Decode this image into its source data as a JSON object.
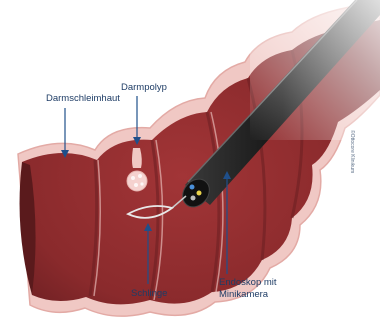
{
  "labels": {
    "mucosa": "Darmschleimhaut",
    "polyp": "Darmpolyp",
    "endoscope": "Endoskop mit\nMinikamera",
    "snare": "Schlinge"
  },
  "credit": "©Ottocore Klinikum",
  "colors": {
    "wall_outer": "#f0c8c4",
    "wall_inner": "#8f2a2c",
    "wall_dark": "#6a1f22",
    "tube": "#1b1b1b",
    "leader_line": "#1f4f8a",
    "label_text": "#1f3d66"
  }
}
